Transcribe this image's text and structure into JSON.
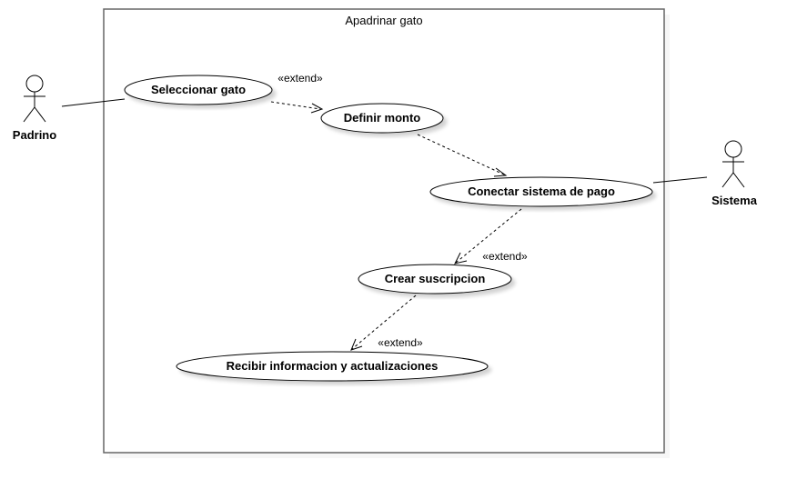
{
  "system": {
    "title": "Apadrinar gato"
  },
  "actors": [
    {
      "id": "padrino",
      "label": "Padrino"
    },
    {
      "id": "sistema",
      "label": "Sistema"
    }
  ],
  "use_cases": [
    {
      "id": "seleccionar",
      "label": "Seleccionar gato"
    },
    {
      "id": "definir",
      "label": "Definir monto"
    },
    {
      "id": "conectar",
      "label": "Conectar sistema de pago"
    },
    {
      "id": "crear",
      "label": "Crear suscripcion"
    },
    {
      "id": "recibir",
      "label": "Recibir informacion y actualizaciones"
    }
  ],
  "relations": [
    {
      "from": "padrino",
      "to": "seleccionar",
      "kind": "association",
      "label": ""
    },
    {
      "from": "seleccionar",
      "to": "definir",
      "kind": "extend",
      "label": "«extend»"
    },
    {
      "from": "definir",
      "to": "conectar",
      "kind": "dependency",
      "label": ""
    },
    {
      "from": "conectar",
      "to": "sistema",
      "kind": "association",
      "label": ""
    },
    {
      "from": "conectar",
      "to": "crear",
      "kind": "extend",
      "label": "«extend»"
    },
    {
      "from": "crear",
      "to": "recibir",
      "kind": "extend",
      "label": "«extend»"
    }
  ]
}
